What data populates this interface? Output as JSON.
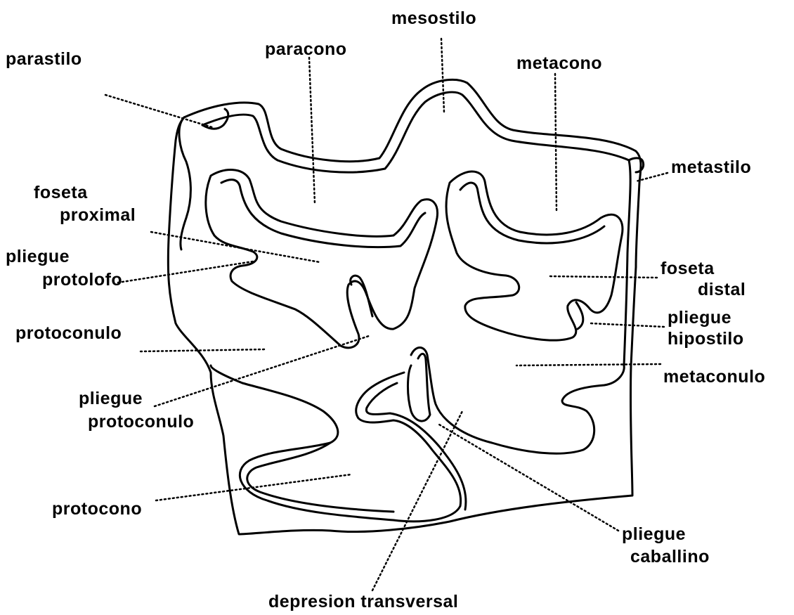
{
  "colors": {
    "ink": "#000000",
    "background": "#ffffff"
  },
  "labels": {
    "mesostilo": "mesostilo",
    "parastilo": "parastilo",
    "paracono": "paracono",
    "metacono": "metacono",
    "metastilo": "metastilo",
    "foseta_proximal_1": "foseta",
    "foseta_proximal_2": "proximal",
    "pliegue_protolofo_1": "pliegue",
    "pliegue_protolofo_2": "protolofo",
    "foseta_distal_1": "foseta",
    "foseta_distal_2": "distal",
    "pliegue_hipostilo_1": "pliegue",
    "pliegue_hipostilo_2": "hipostilo",
    "protoconulo": "protoconulo",
    "metaconulo": "metaconulo",
    "pliegue_protoconulo_1": "pliegue",
    "pliegue_protoconulo_2": "protoconulo",
    "protocono": "protocono",
    "pliegue_caballino_1": "pliegue",
    "pliegue_caballino_2": "caballino",
    "depresion_transversal": "depresion transversal"
  }
}
